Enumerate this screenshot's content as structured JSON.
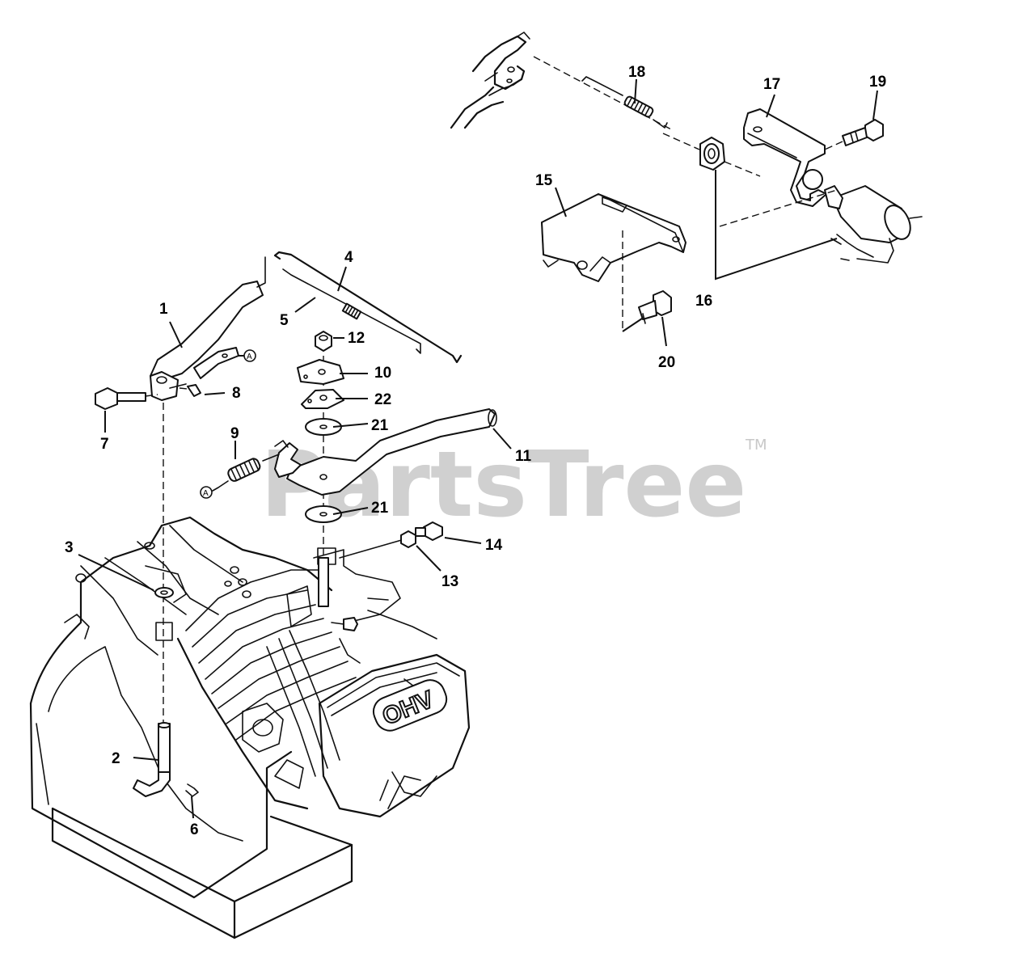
{
  "diagram": {
    "watermark": "PartsTree",
    "trademark": "TM",
    "engine_badge": "OHV",
    "connector_mark": "A",
    "callouts": [
      "1",
      "2",
      "3",
      "4",
      "5",
      "6",
      "7",
      "8",
      "9",
      "10",
      "11",
      "12",
      "13",
      "14",
      "15",
      "16",
      "17",
      "18",
      "19",
      "20",
      "21",
      "21",
      "22"
    ]
  }
}
